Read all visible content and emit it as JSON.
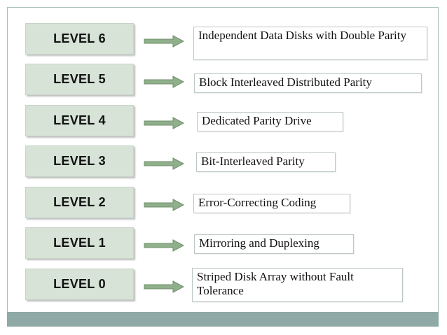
{
  "levels": [
    {
      "label": "LEVEL 6",
      "description": "Independent Data Disks with Double Parity"
    },
    {
      "label": "LEVEL 5",
      "description": "Block Interleaved Distributed Parity"
    },
    {
      "label": "LEVEL 4",
      "description": "Dedicated Parity Drive"
    },
    {
      "label": "LEVEL 3",
      "description": "Bit-Interleaved Parity"
    },
    {
      "label": "LEVEL 2",
      "description": "Error-Correcting Coding"
    },
    {
      "label": "LEVEL 1",
      "description": "Mirroring and Duplexing"
    },
    {
      "label": "LEVEL 0",
      "description": "Striped Disk Array without Fault Tolerance"
    }
  ],
  "colors": {
    "level_fill": "#d6e3d6",
    "arrow_fill": "#8fb08a",
    "bottom_bar": "#8fa9a6"
  }
}
